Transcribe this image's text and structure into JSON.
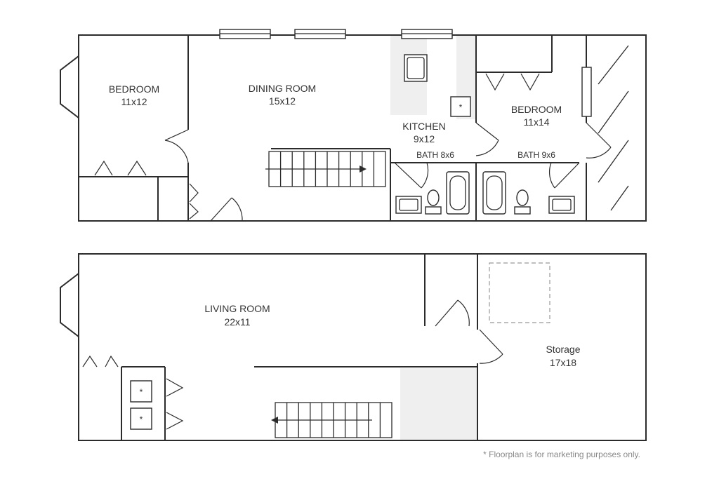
{
  "upper_floor": {
    "rooms": [
      {
        "key": "bedroom_left",
        "name": "BEDROOM",
        "size": "11x12"
      },
      {
        "key": "dining",
        "name": "DINING ROOM",
        "size": "15x12"
      },
      {
        "key": "kitchen",
        "name": "KITCHEN",
        "size": "9x12"
      },
      {
        "key": "bedroom_right",
        "name": "BEDROOM",
        "size": "11x14"
      }
    ],
    "baths": [
      "BATH 8x6",
      "BATH 9x6"
    ]
  },
  "lower_floor": {
    "rooms": [
      {
        "key": "living",
        "name": "LIVING ROOM",
        "size": "22x11"
      },
      {
        "key": "storage",
        "name": "Storage",
        "size": "17x18"
      }
    ]
  },
  "fixture_symbol": "*",
  "disclaimer": "* Floorplan is for marketing purposes only."
}
